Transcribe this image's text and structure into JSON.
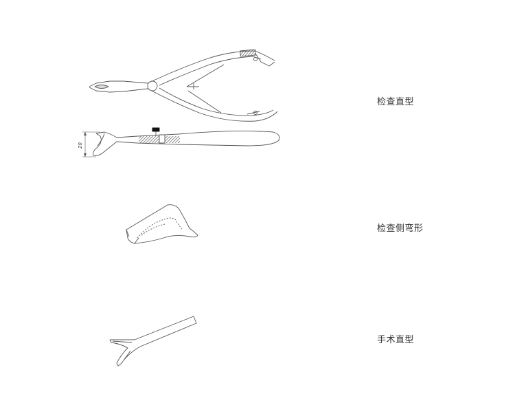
{
  "items": [
    {
      "label": "检查直型"
    },
    {
      "label": "检查侧弯形"
    },
    {
      "label": "手术直型"
    }
  ],
  "dimension": {
    "value": "20"
  },
  "colors": {
    "line": "#555555",
    "text": "#333333",
    "hatch": "#444444"
  }
}
